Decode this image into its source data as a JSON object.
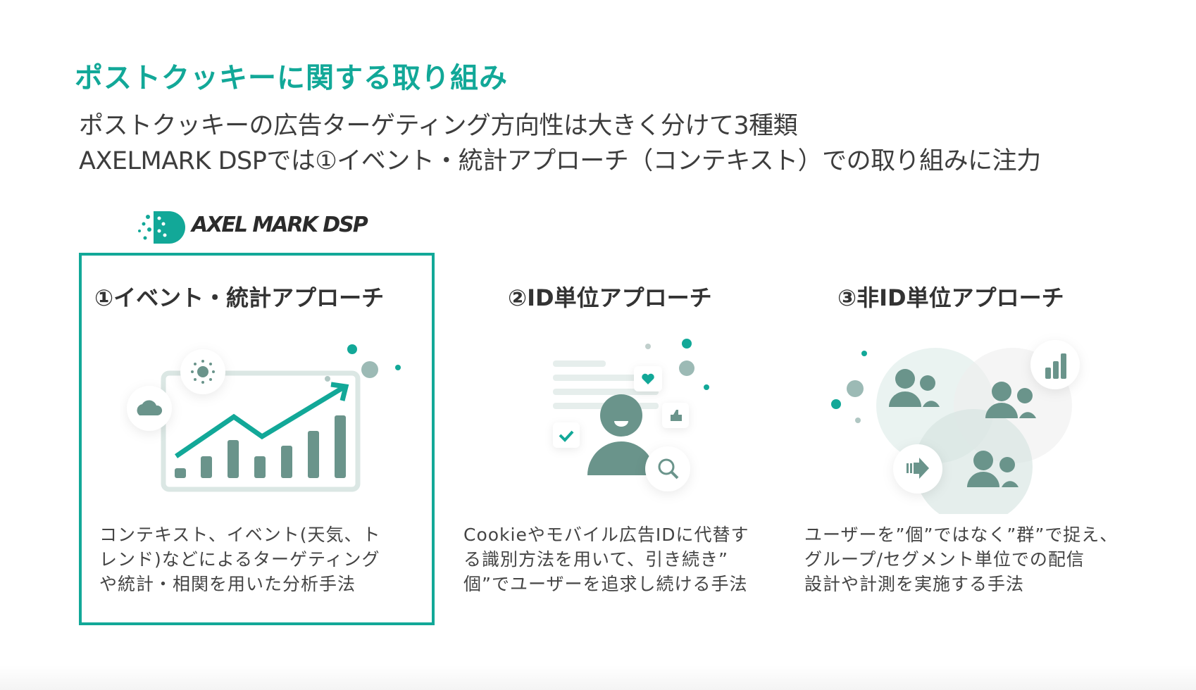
{
  "title": "ポストクッキーに関する取り組み",
  "subtitle": {
    "line1": "ポストクッキーの広告ターゲティング方向性は大きく分けて3種類",
    "line2": "AXELMARK DSPでは①イベント・統計アプローチ（コンテキスト）での取り組みに注力"
  },
  "logo": {
    "text": "AXEL MARK DSP"
  },
  "colors": {
    "accent": "#12a898",
    "icon": "#6a948b",
    "text": "#3a3a3a"
  },
  "approaches": [
    {
      "heading": "①イベント・統計アプローチ",
      "desc": [
        "コンテキスト、イベント(天気、ト",
        "レンド)などによるターゲティング",
        "や統計・相関を用いた分析手法"
      ],
      "highlighted": true
    },
    {
      "heading": "②ID単位アプローチ",
      "desc": [
        "Cookieやモバイル広告IDに代替す",
        "る識別方法を用いて、引き続き”",
        "個”でユーザーを追求し続ける手法"
      ]
    },
    {
      "heading": "③非ID単位アプローチ",
      "desc": [
        "ユーザーを”個”ではなく”群”で捉え、",
        "グループ/セグメント単位での配信",
        "設計や計測を実施する手法"
      ]
    }
  ]
}
